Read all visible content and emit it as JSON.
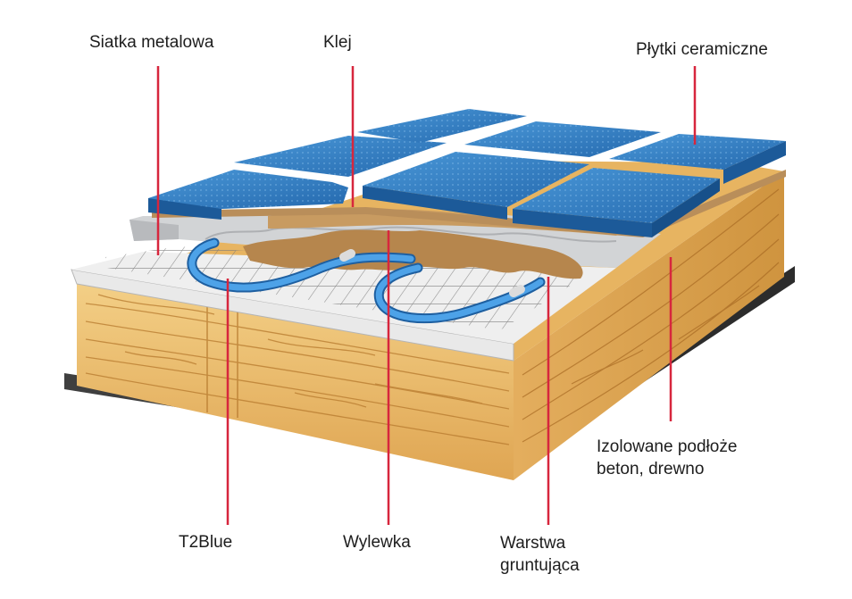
{
  "labels": {
    "mesh": "Siatka metalowa",
    "glue": "Klej",
    "tiles": "Płytki ceramiczne",
    "base_line1": "Izolowane podłoże",
    "base_line2": "beton, drewno",
    "cable": "T2Blue",
    "screed": "Wylewka",
    "primer_line1": "Warstwa",
    "primer_line2": "gruntująca"
  },
  "colors": {
    "leader": "#d7263d",
    "tile": "#2f7fc4",
    "wood": "#e9b866",
    "cable": "#3d8fdc",
    "adhesive": "#b88953",
    "screed": "#cfd1d3",
    "base_plate": "#4a4a4a"
  }
}
